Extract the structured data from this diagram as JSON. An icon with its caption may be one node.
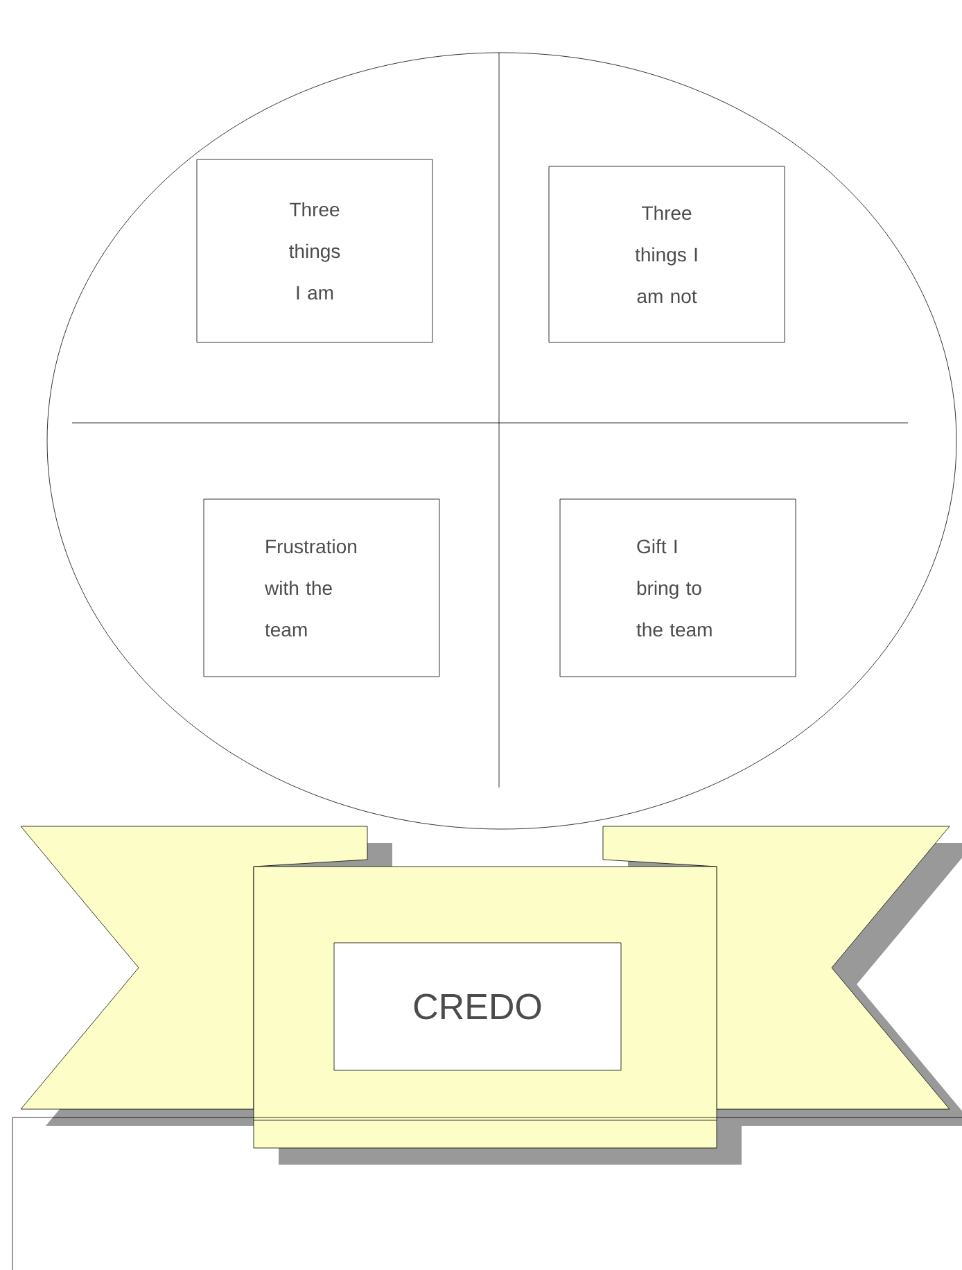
{
  "diagram": {
    "nodes": [
      {
        "text": [],
        "shape": "circle"
      },
      {
        "text": [
          "Three things I am"
        ],
        "in": 0
      },
      {
        "text": [
          "Three things I am not"
        ],
        "in": 0
      },
      {
        "text": [
          "Frustration with the team"
        ],
        "in": 0
      },
      {
        "text": [
          "Gift I bring to the team"
        ],
        "in": 0
      },
      {
        "text": [
          "CREDO"
        ]
      }
    ]
  }
}
